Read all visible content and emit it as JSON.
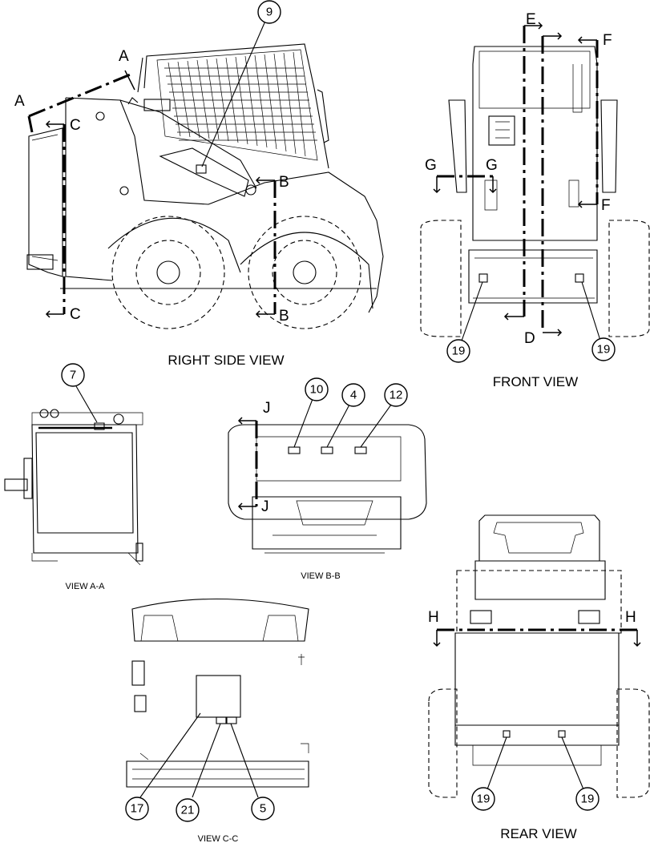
{
  "views": {
    "right_side": "RIGHT SIDE VIEW",
    "front": "FRONT VIEW",
    "rear": "REAR VIEW",
    "view_aa": "VIEW A-A",
    "view_bb": "VIEW B-B",
    "view_cc": "VIEW C-C"
  },
  "section_letters": {
    "a": "A",
    "b": "B",
    "c": "C",
    "d": "D",
    "e": "E",
    "f": "F",
    "g": "G",
    "h": "H",
    "j": "J"
  },
  "callouts": {
    "c9": "9",
    "c7": "7",
    "c10": "10",
    "c4": "4",
    "c12": "12",
    "c17": "17",
    "c21": "21",
    "c5": "5",
    "c19": "19"
  }
}
